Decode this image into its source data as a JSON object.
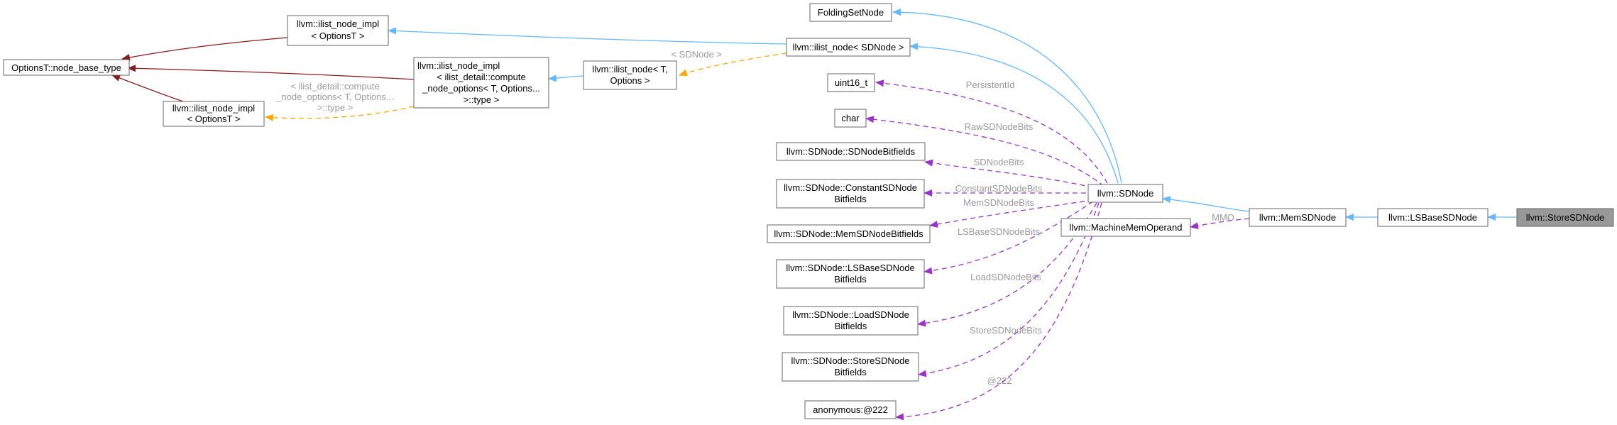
{
  "nodes": {
    "options_node_base": [
      "OptionsT::node_base_type"
    ],
    "ilist_node_impl_top": [
      "llvm::ilist_node_impl",
      "< OptionsT >"
    ],
    "ilist_node_impl_bottom": [
      "llvm::ilist_node_impl",
      "< OptionsT >"
    ],
    "ilist_node_impl_compute": [
      "llvm::ilist_node_impl",
      "< ilist_detail::compute",
      "_node_options< T, Options...",
      ">::type >"
    ],
    "ilist_node_T": [
      "llvm::ilist_node< T,",
      "Options >"
    ],
    "folding_set_node": [
      "FoldingSetNode"
    ],
    "ilist_node_sdnode": [
      "llvm::ilist_node< SDNode >"
    ],
    "uint16": [
      "uint16_t"
    ],
    "char": [
      "char"
    ],
    "sdnode_bitfields": [
      "llvm::SDNode::SDNodeBitfields"
    ],
    "constant_bitfields": [
      "llvm::SDNode::ConstantSDNode",
      "Bitfields"
    ],
    "mem_bitfields": [
      "llvm::SDNode::MemSDNodeBitfields"
    ],
    "lsbase_bitfields": [
      "llvm::SDNode::LSBaseSDNode",
      "Bitfields"
    ],
    "load_bitfields": [
      "llvm::SDNode::LoadSDNode",
      "Bitfields"
    ],
    "store_bitfields": [
      "llvm::SDNode::StoreSDNode",
      "Bitfields"
    ],
    "anonymous": [
      "anonymous:@222"
    ],
    "sdnode": [
      "llvm::SDNode"
    ],
    "machine_mem_operand": [
      "llvm::MachineMemOperand"
    ],
    "mem_sdnode": [
      "llvm::MemSDNode"
    ],
    "lsbase_sdnode": [
      "llvm::LSBaseSDNode"
    ],
    "store_sdnode": [
      "llvm::StoreSDNode"
    ]
  },
  "edge_labels": {
    "sdnode_templ": "< SDNode >",
    "ilist_detail_templ": [
      "< ilist_detail::compute",
      "_node_options< T, Options...",
      ">::type >"
    ],
    "persistent_id": "PersistentId",
    "raw_bits": "RawSDNodeBits",
    "sdnode_bits": "SDNodeBits",
    "constant_bits": "ConstantSDNodeBits",
    "mem_bits": "MemSDNodeBits",
    "lsbase_bits": "LSBaseSDNodeBits",
    "load_bits": "LoadSDNodeBits",
    "store_bits": "StoreSDNodeBits",
    "anon": "@222",
    "mmo": "MMO"
  },
  "colors": {
    "inheritance": "#63b8ff",
    "private_inheritance": "#8b1a1a",
    "template": "#ffa500",
    "member": "#9a32cd",
    "current_node_fill": "#999999",
    "label_text": "#9a9a9a"
  }
}
